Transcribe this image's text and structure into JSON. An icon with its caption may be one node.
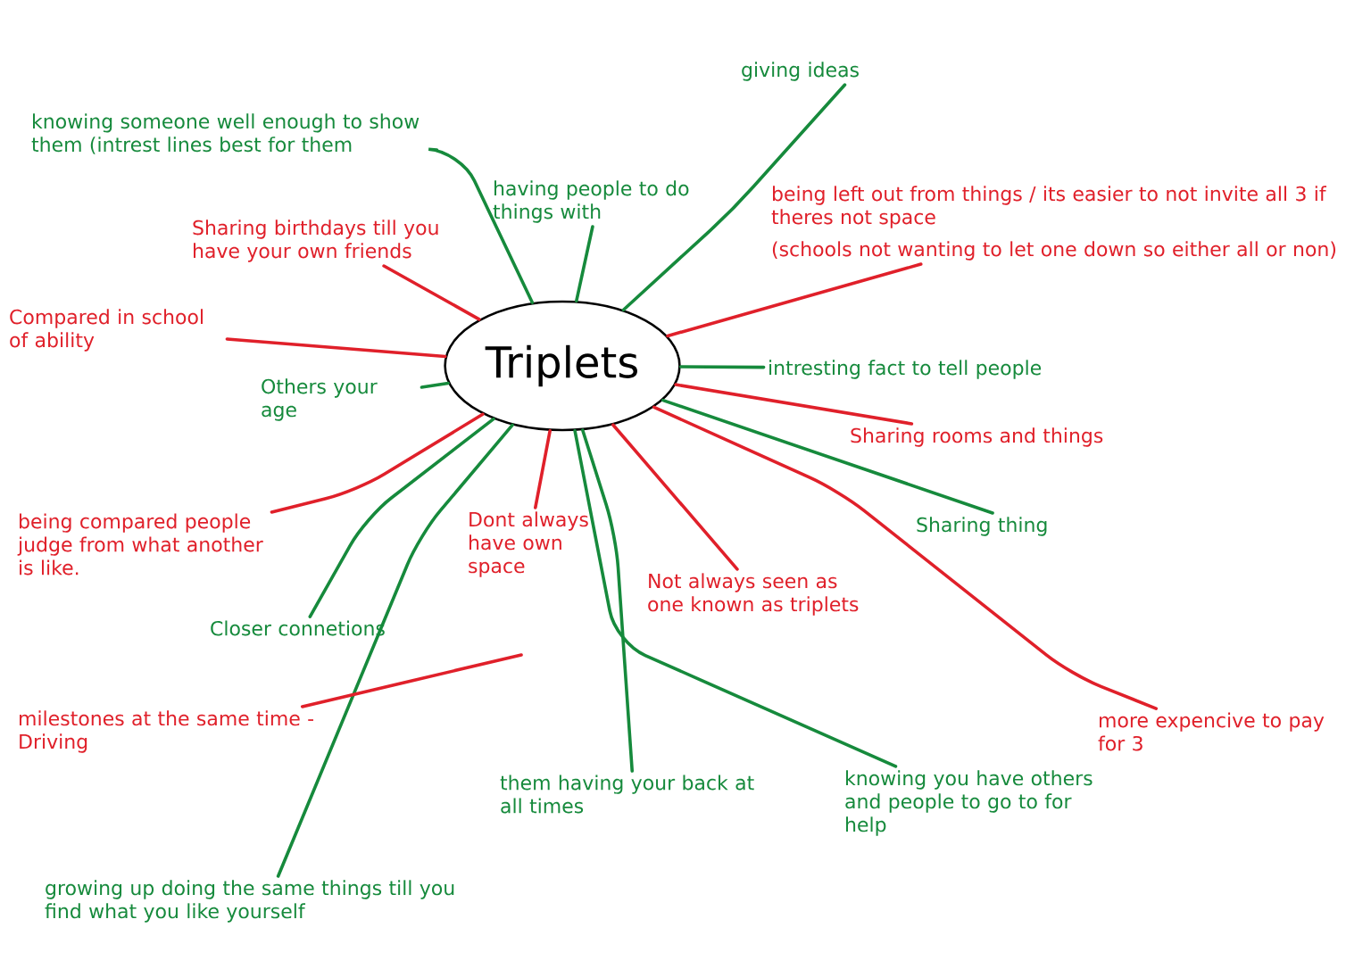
{
  "diagram": {
    "nodes": [
      {
        "text": [
          "Triplets"
        ]
      },
      {
        "text": [
          "knowing someone well enough to show them (intrest lines best for them"
        ]
      },
      {
        "text": [
          "having people to do things with"
        ]
      },
      {
        "text": [
          "giving ideas"
        ]
      },
      {
        "text": [
          "intresting fact to tell people"
        ]
      },
      {
        "text": [
          "Sharing thing"
        ]
      },
      {
        "text": [
          "Others your age"
        ]
      },
      {
        "text": [
          "Closer connetions"
        ]
      },
      {
        "text": [
          "them having your back at all times"
        ]
      },
      {
        "text": [
          "knowing you have others and people to go to for help"
        ]
      },
      {
        "text": [
          "growing up doing the same things till you find what you like yourself"
        ]
      },
      {
        "text": [
          "Sharing birthdays till you have your own friends"
        ]
      },
      {
        "text": [
          "Compared in school of ability"
        ]
      },
      {
        "text": [
          "being left out from things / its easier to not invite all 3 if theres not space",
          "(schools not wanting to let one down so either all or non)"
        ]
      },
      {
        "text": [
          "Sharing rooms and things"
        ]
      },
      {
        "text": [
          "being compared people judge from what another is like."
        ]
      },
      {
        "text": [
          "Dont always have own space"
        ]
      },
      {
        "text": [
          "Not always seen as one known as triplets"
        ]
      },
      {
        "text": [
          "more expencive to pay for 3"
        ]
      },
      {
        "text": [
          "milestones at the same time - Driving"
        ]
      }
    ],
    "edges": [
      {
        "from": 0,
        "to": 1,
        "arrow": "none",
        "color": "#168a3c"
      },
      {
        "from": 0,
        "to": 2,
        "arrow": "none",
        "color": "#168a3c"
      },
      {
        "from": 0,
        "to": 3,
        "arrow": "none",
        "color": "#168a3c"
      },
      {
        "from": 0,
        "to": 4,
        "arrow": "none",
        "color": "#168a3c"
      },
      {
        "from": 0,
        "to": 5,
        "arrow": "none",
        "color": "#168a3c"
      },
      {
        "from": 0,
        "to": 6,
        "arrow": "none",
        "color": "#168a3c"
      },
      {
        "from": 0,
        "to": 7,
        "arrow": "none",
        "color": "#168a3c"
      },
      {
        "from": 0,
        "to": 8,
        "arrow": "none",
        "color": "#168a3c"
      },
      {
        "from": 0,
        "to": 9,
        "arrow": "none",
        "color": "#168a3c"
      },
      {
        "from": 0,
        "to": 10,
        "arrow": "none",
        "color": "#168a3c"
      },
      {
        "from": 0,
        "to": 11,
        "arrow": "none",
        "color": "#e0202a"
      },
      {
        "from": 0,
        "to": 12,
        "arrow": "none",
        "color": "#e0202a"
      },
      {
        "from": 0,
        "to": 13,
        "arrow": "none",
        "color": "#e0202a"
      },
      {
        "from": 0,
        "to": 14,
        "arrow": "none",
        "color": "#e0202a"
      },
      {
        "from": 0,
        "to": 15,
        "arrow": "none",
        "color": "#e0202a"
      },
      {
        "from": 0,
        "to": 16,
        "arrow": "none",
        "color": "#e0202a"
      },
      {
        "from": 0,
        "to": 17,
        "arrow": "none",
        "color": "#e0202a"
      },
      {
        "from": 0,
        "to": 18,
        "arrow": "none",
        "color": "#e0202a"
      },
      {
        "from": null,
        "to": 19,
        "arrow": "none",
        "color": "#e0202a"
      }
    ]
  }
}
